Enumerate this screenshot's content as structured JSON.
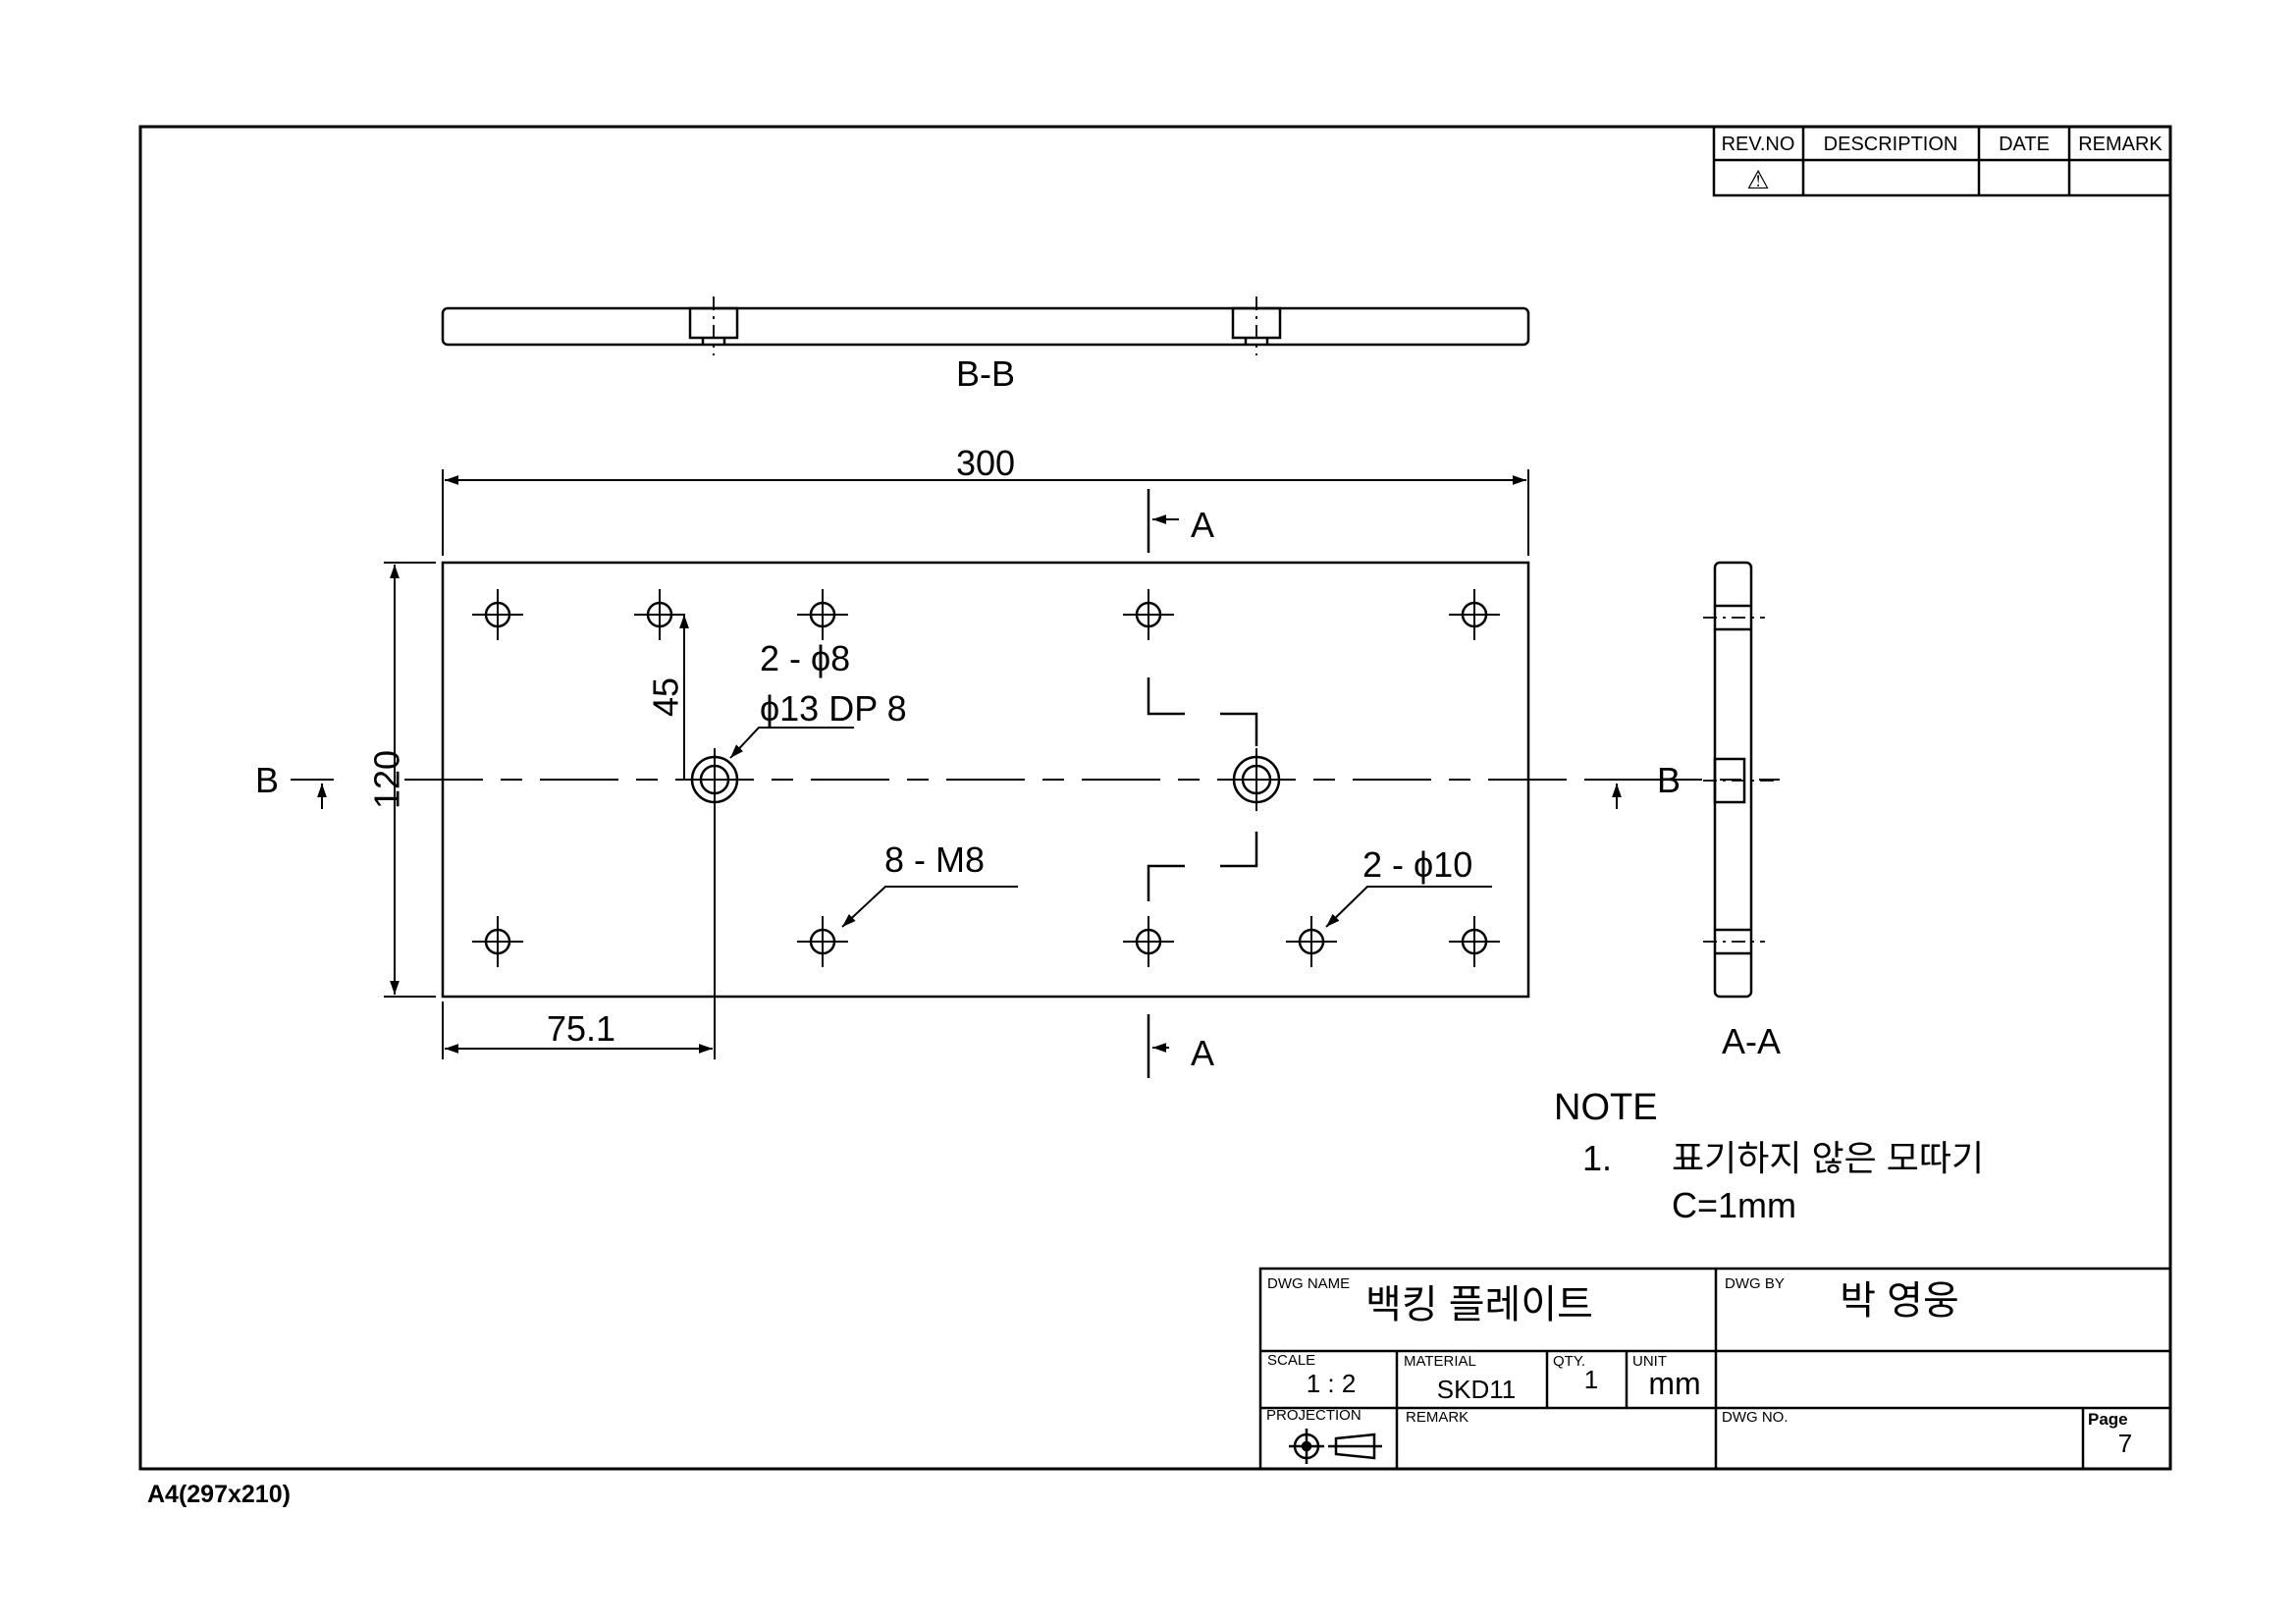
{
  "revision_table": {
    "headers": [
      "REV.NO",
      "DESCRIPTION",
      "DATE",
      "REMARK"
    ],
    "rev_symbol": "⚠"
  },
  "views": {
    "bb_label": "B-B",
    "aa_label": "A-A",
    "cut_a": "A",
    "cut_b": "B"
  },
  "dimensions": {
    "overall_length": "300",
    "height": "120",
    "hole_offset_y": "45",
    "hole_offset_x": "75.1"
  },
  "callouts": {
    "counterbore_line1": "2 - ϕ8",
    "counterbore_line2": "ϕ13 DP 8",
    "tapped_holes": "8 - M8",
    "dowel_holes": "2 - ϕ10"
  },
  "note": {
    "title": "NOTE",
    "item_number": "1.",
    "item_line1": "표기하지 않은 모따기",
    "item_line2": "C=1mm"
  },
  "title_block": {
    "dwg_name_label": "DWG NAME",
    "dwg_name": "백킹 플레이트",
    "dwg_by_label": "DWG BY",
    "dwg_by": "박 영웅",
    "scale_label": "SCALE",
    "scale": "1 : 2",
    "material_label": "MATERIAL",
    "material": "SKD11",
    "qty_label": "QTY.",
    "qty": "1",
    "unit_label": "UNIT",
    "unit": "mm",
    "projection_label": "PROJECTION",
    "remark_label": "REMARK",
    "dwg_no_label": "DWG NO.",
    "page_label": "Page",
    "page": "7"
  },
  "paper_size": "A4(297x210)"
}
